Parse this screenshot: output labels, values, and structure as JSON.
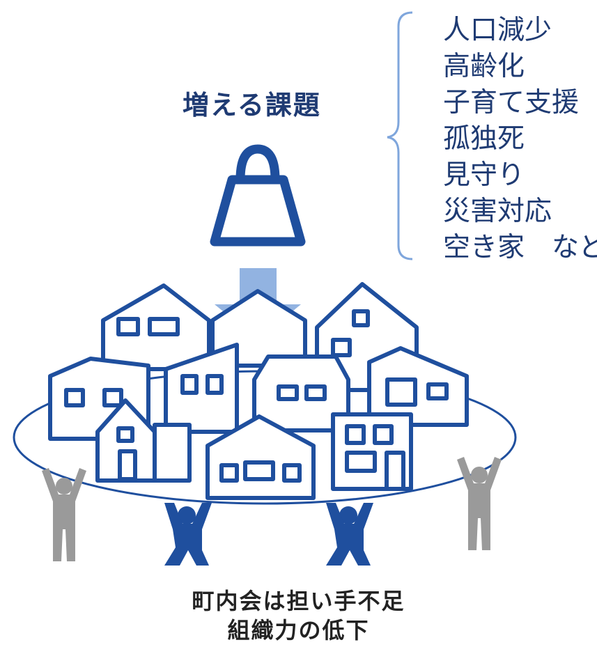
{
  "heading": "増える課題",
  "issues": [
    "人口減少",
    "高齢化",
    "子育て支援",
    "孤独死",
    "見守り",
    "災害対応",
    "空き家　など"
  ],
  "caption": {
    "line1": "町内会は担い手不足",
    "line2": "組織力の低下"
  },
  "colors": {
    "navy": "#1f4f9e",
    "text_navy": "#1f3b73",
    "arrow": "#7fa6dc",
    "gray_figure": "#9a9a9a"
  },
  "icons": [
    "weight-icon",
    "down-arrow-icon",
    "brace-icon",
    "person-lifting-icon",
    "person-cheering-icon"
  ]
}
